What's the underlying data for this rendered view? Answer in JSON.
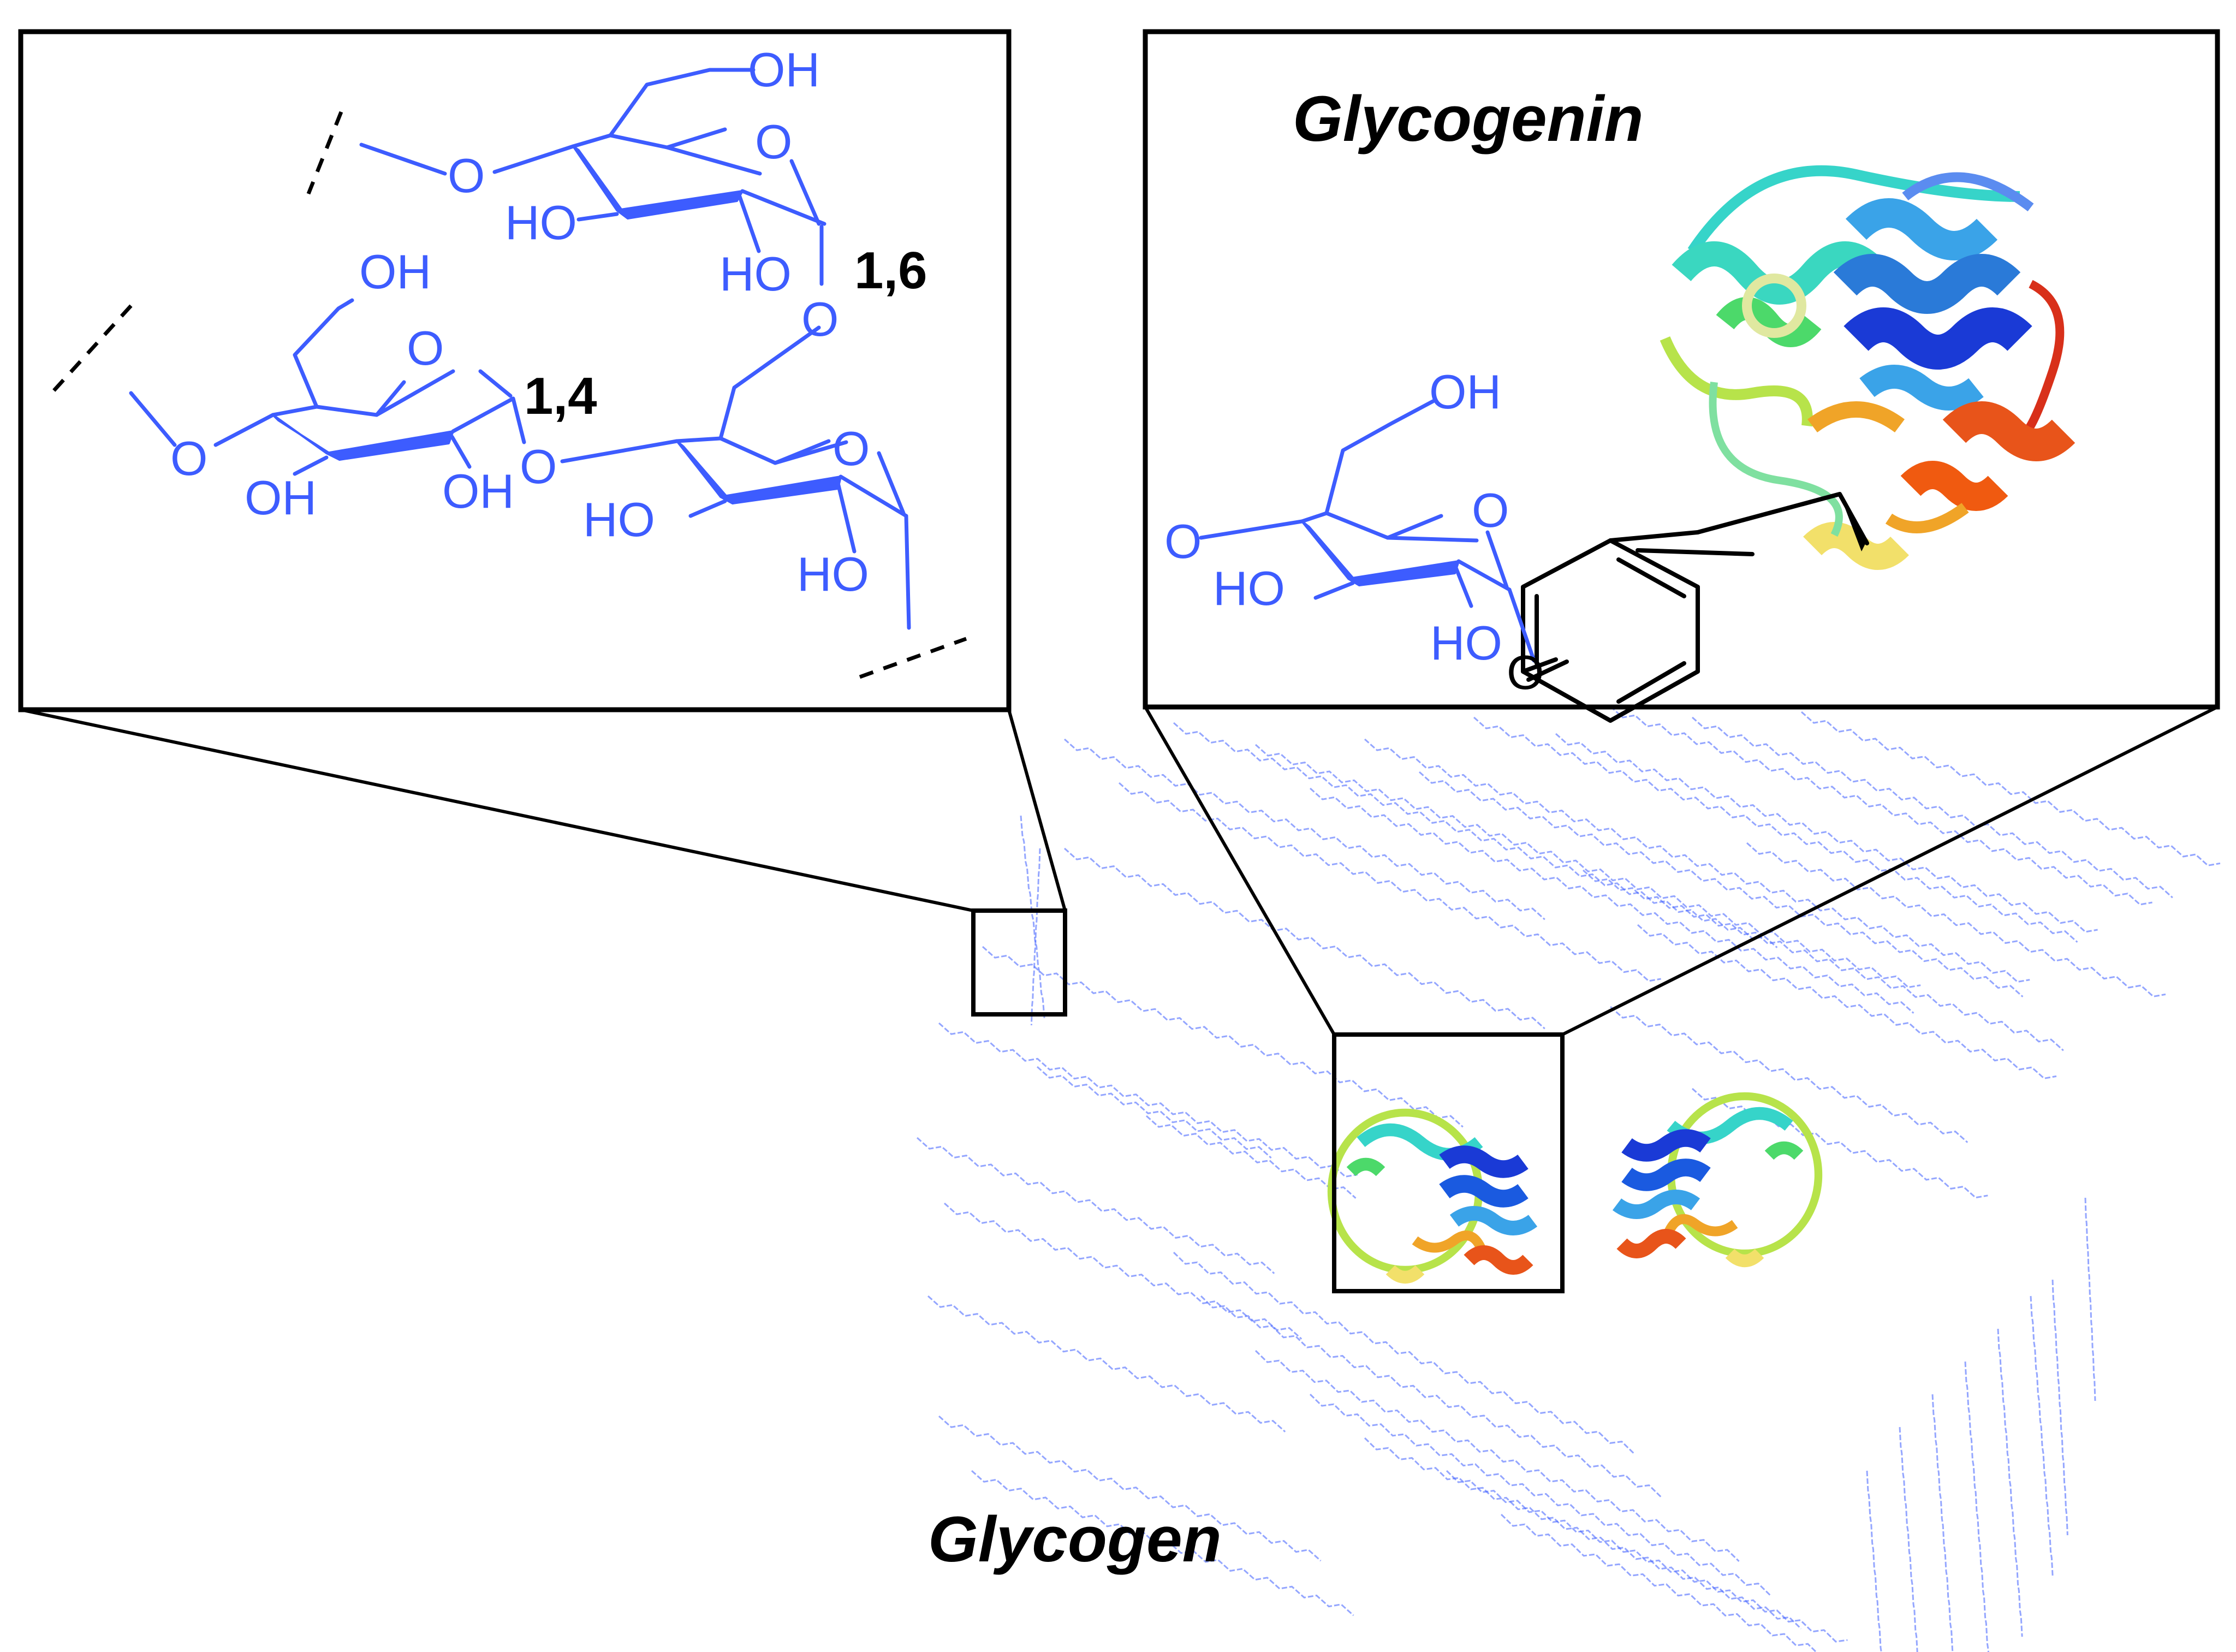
{
  "labels": {
    "glycogen": "Glycogen",
    "glycogenin": "Glycogenin",
    "link_1_6": "1,6",
    "link_1_4": "1,4"
  },
  "atoms": {
    "oh": "OH",
    "ho": "HO",
    "o": "O"
  },
  "colors": {
    "sugar": "#3d5cff",
    "protein_gradient": [
      "#1a3ad6",
      "#3aa3e8",
      "#36d4c9",
      "#4cd96a",
      "#b7e34a",
      "#f2e06a",
      "#f0a428",
      "#e8541a",
      "#d8301a"
    ]
  },
  "icons": [
    "protein-ribbon-icon",
    "protein-dimer-icon",
    "glycogen-particle-icon"
  ]
}
